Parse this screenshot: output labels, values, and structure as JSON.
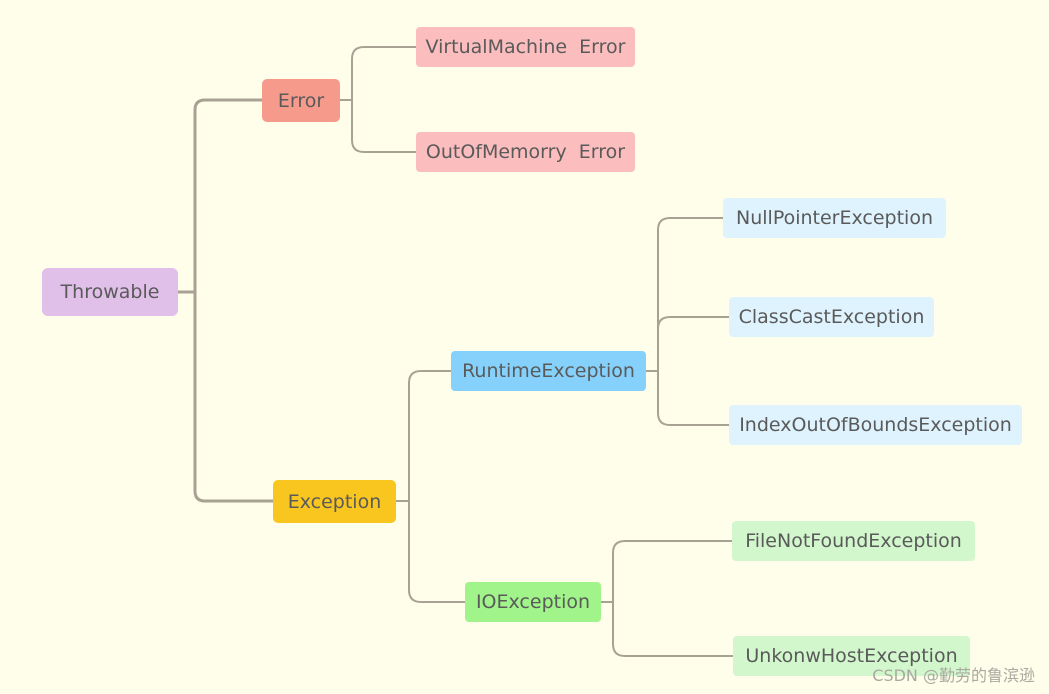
{
  "diagram": {
    "nodes": {
      "throwable": "Throwable",
      "error": "Error",
      "virtual_machine_error": "VirtualMachine  Error",
      "out_of_memory_error": "OutOfMemorry  Error",
      "exception": "Exception",
      "runtime_exception": "RuntimeException",
      "null_pointer_exception": "NullPointerException",
      "class_cast_exception": "ClassCastException",
      "index_out_of_bounds_exception": "IndexOutOfBoundsException",
      "io_exception": "IOException",
      "file_not_found_exception": "FileNotFoundException",
      "unknown_host_exception": "UnkonwHostException"
    },
    "watermark": "CSDN @勤劳的鲁滨逊"
  },
  "colors": {
    "background": "#fffeeb",
    "connector": "#a8a295",
    "text": "#5a5a5a",
    "throwable": "#e0bfe9",
    "error": "#f69a8c",
    "error_children": "#fbbdbe",
    "exception": "#f9c51f",
    "runtime_exception": "#85d1fb",
    "runtime_children": "#dff3fe",
    "io_exception": "#a0f489",
    "io_children": "#d2f7cc"
  }
}
